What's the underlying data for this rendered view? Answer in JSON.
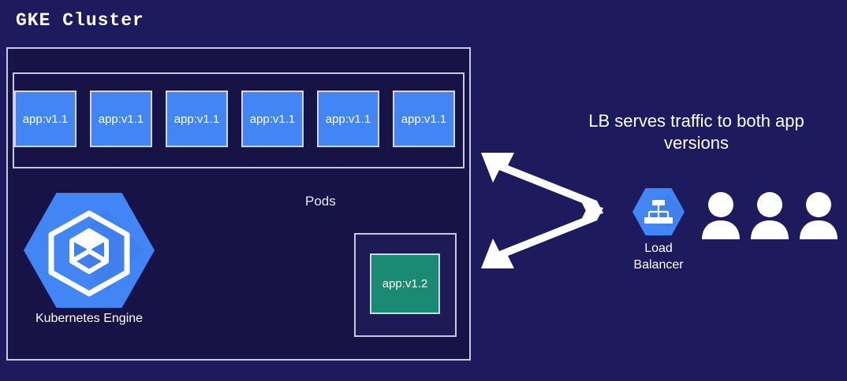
{
  "diagram": {
    "background_color": "#1e1a5e",
    "title": "GKE Cluster",
    "cluster": {
      "pods_label": "Pods",
      "pods_v11": [
        {
          "label": "app:v1.1"
        },
        {
          "label": "app:v1.1"
        },
        {
          "label": "app:v1.1"
        },
        {
          "label": "app:v1.1"
        },
        {
          "label": "app:v1.1"
        },
        {
          "label": "app:v1.1"
        }
      ],
      "pod_v12": {
        "label": "app:v1.2",
        "color": "#1a8a72"
      },
      "pod_v11_color": "#4285f4",
      "kubernetes_engine": {
        "label": "Kubernetes Engine",
        "icon": "kubernetes-engine-hexagon-icon",
        "color": "#4285f4"
      }
    },
    "load_balancer": {
      "label_line1": "Load",
      "label_line2": "Balancer",
      "icon": "load-balancer-hexagon-icon",
      "color": "#4285f4"
    },
    "caption": {
      "line1": "LB serves traffic to both app",
      "line2": "versions"
    },
    "users": {
      "icon": "user-icon",
      "count": 3
    },
    "arrows": {
      "up_arrow": "arrow-up-left",
      "down_arrow": "arrow-down-left",
      "color": "#ffffff"
    }
  }
}
